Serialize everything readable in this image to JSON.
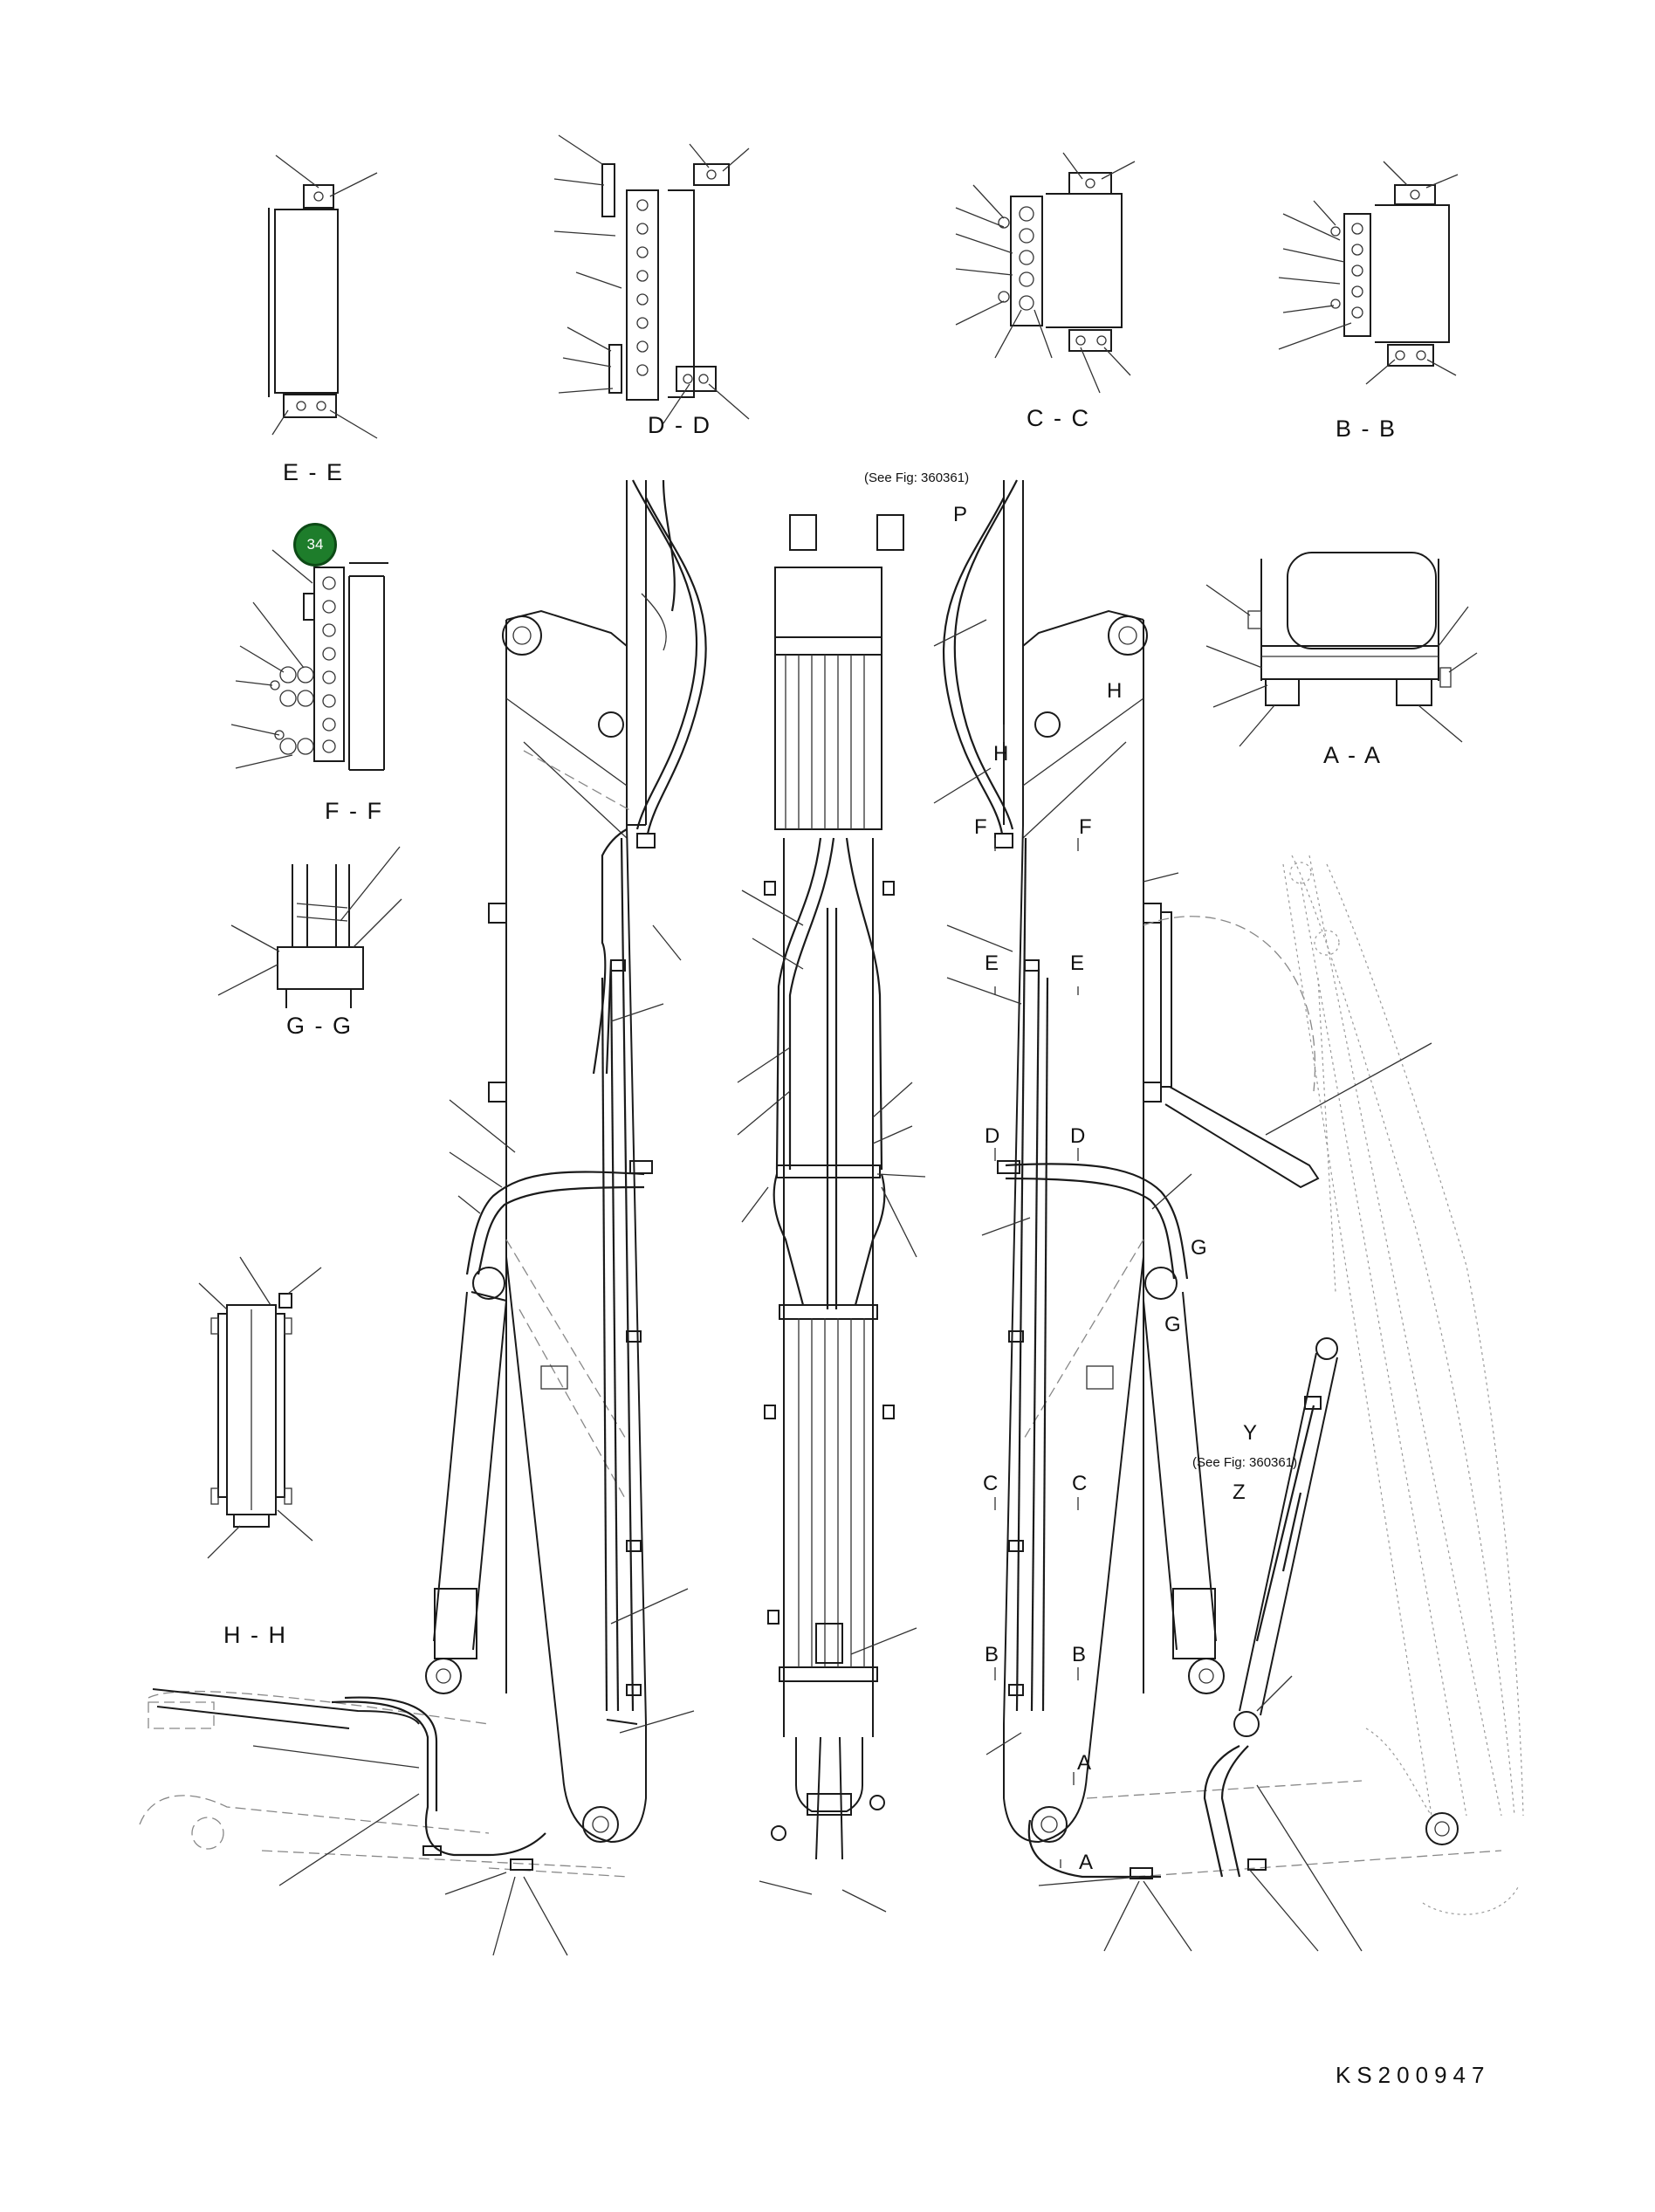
{
  "drawing": {
    "code": "KS200947",
    "item_badge": "34",
    "fig_refs": [
      "(See Fig: 360361)",
      "(See Fig: 360361)"
    ],
    "sections": {
      "ee": "E - E",
      "dd": "D - D",
      "cc": "C - C",
      "bb": "B - B",
      "aa": "A - A",
      "ff": "F - F",
      "gg": "G - G",
      "hh": "H - H"
    },
    "markers": {
      "p": "P",
      "h": "H",
      "f": "F",
      "e": "E",
      "d": "D",
      "c": "C",
      "b": "B",
      "a": "A",
      "g": "G",
      "y": "Y",
      "z": "Z"
    }
  }
}
